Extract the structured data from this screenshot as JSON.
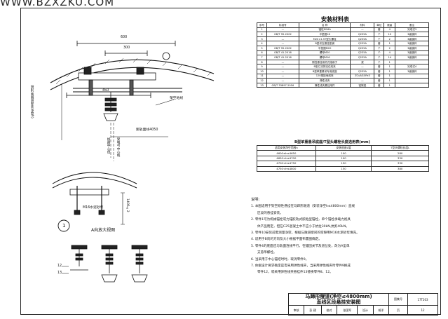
{
  "watermark": "WWW.BZXZKU.COM",
  "materials": {
    "title": "安装材料表",
    "headers": [
      "序号",
      "标准号",
      "名  称",
      "材料",
      "单位",
      "数量",
      "备注"
    ],
    "rows": [
      [
        "1",
        "—",
        "锚柱M16A",
        "—",
        "套",
        "4",
        "另成试3"
      ],
      [
        "2",
        "GB/T 95-2002",
        "平垫圈16",
        "Q235A",
        "个",
        "10",
        "3级镀锌"
      ],
      [
        "3",
        "—",
        "M20×1.5T型头螺栓",
        "Q235A",
        "个",
        "2",
        "3级镀锌"
      ],
      [
        "4",
        "—",
        "B型吊支悬挂垫钢",
        "Q235A",
        "套",
        "1",
        "3级镀锌"
      ],
      [
        "5",
        "GB/T 95-2002",
        "平垫圈M20",
        "Q235A",
        "个",
        "2",
        "3级镀锌"
      ],
      [
        "6",
        "GB/T 41-2016",
        "螺母M20",
        "Q235A",
        "个",
        "4",
        "3级镀锌"
      ],
      [
        "7",
        "GB/T 41-2016",
        "螺母M16",
        "Q235A",
        "个",
        "14",
        "3级镀锌"
      ],
      [
        "8",
        "—",
        "刚性悬挂用吊式绝缘子",
        "瓷",
        "个",
        "1",
        ""
      ],
      [
        "9",
        "—",
        "B型汇流排定位线夹",
        "—",
        "套",
        "1",
        "另成试4"
      ],
      [
        "10",
        "—",
        "B型单重悬吊专用底座",
        "Q235A",
        "套",
        "1",
        "3级镀锌"
      ],
      [
        "11",
        "—",
        "120型接地线夹",
        "ZCuAl10Fe3",
        "套",
        "1",
        ""
      ],
      [
        "12",
        "—",
        "弹性线夹",
        "—",
        "套",
        "1",
        ""
      ],
      [
        "13",
        "GB/T 33897-2016",
        "弹性线夹悬挂用件",
        "铝镁铝",
        "套",
        "1",
        ""
      ]
    ]
  },
  "bolt_table": {
    "title": "B型单重悬吊底座/T型头螺栓长度选用表(mm)",
    "headers": [
      "适用安装净空范围h",
      "安装底座L值",
      "T型头螺栓长度L"
    ],
    "rows": [
      [
        "4600≤h≤4650",
        "100",
        "280"
      ],
      [
        "4650<h≤4700",
        "100",
        "330"
      ],
      [
        "4700<h≤4750",
        "150",
        "330"
      ],
      [
        "4750<h≤4800",
        "150",
        "380"
      ]
    ]
  },
  "notes": {
    "heading": "说明:",
    "lines": [
      "1. 本图适用于架空刚性悬挂在马蹄形隧道（安装净空h≤4800mm）直线",
      "区段的悬挂安装。",
      "2. 零件1可为机械锚栓或力锚胶轨式胶粘型锚栓，单个锚栓承载力视具",
      "体产品而定，但在C25混凝土中不应小于抗拉30kN,抗剪40kN。",
      "3. 零件10安装前需测量净空，根据与隧道壁间的空隙用M16水泥砂浆填充。",
      "4. 适用于B向的方向及大小根据平面布置图确定。",
      "5. 零件4的底面应与轨面连线平行，在锚固关节及道岔处，改为A型单",
      "支悬吊螺栓。",
      "6. 当采用于中心锚结时时，取消零件9。",
      "7. 依据设计要求确定是否采用弹性线夹，当采用弹性线夹时零件9换成",
      "零件12，或采用弹性线夹悬挂件13替换零件8、12。"
    ]
  },
  "diagram": {
    "dim_600": "600",
    "dim_300": "300",
    "dim_450": "450",
    "dim_4050": "距轨面线4050",
    "label_ground": "架空地线",
    "label_vertical1": "（拱形线隧道安装净空h）",
    "label_vertical2": "线路中心线",
    "label_vertical3": "受电弓中心线",
    "label_mortar": "M16水泥砂浆",
    "label_rotate": "1405±2",
    "label_circle": "1",
    "view_a": "A向放大视图",
    "callout_12": "12",
    "callout_13": "13"
  },
  "title_block": {
    "title1": "马蹄形隧道(净空≤4800mm)",
    "title2": "直线区段悬挂安装图",
    "drawing_no_label": "图集号",
    "drawing_no": "17T203",
    "page_label": "页",
    "page": "12",
    "roles": [
      "审核",
      "校对",
      "设计"
    ],
    "names": [
      "彭 建",
      "张国军",
      "胡洋"
    ]
  }
}
